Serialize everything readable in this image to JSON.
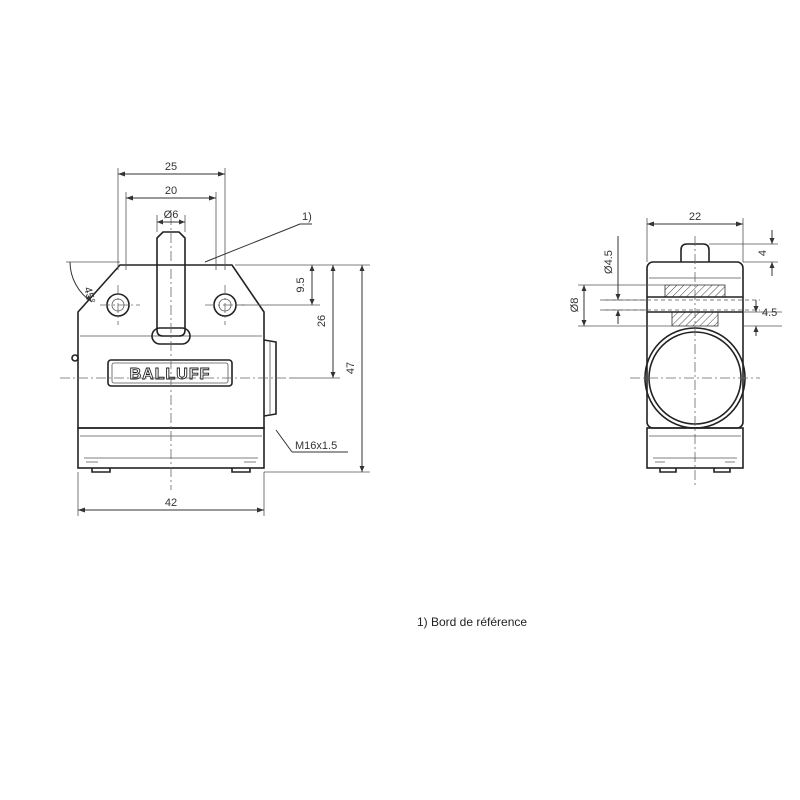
{
  "front_view": {
    "dim_width_overall": "25",
    "dim_width_holes": "20",
    "dim_plunger_diameter": "Ø6",
    "dim_angle": "45°",
    "dim_height_to_edge": "9.5",
    "dim_height_to_axis": "26",
    "dim_height_overall": "47",
    "dim_thread": "M16x1.5",
    "dim_body_width": "42",
    "callout_reference": "1)",
    "logo_text": "BALLUFF"
  },
  "side_view": {
    "dim_width": "22",
    "dim_plunger_height": "4",
    "dim_hole_diameter": "Ø4.5",
    "dim_counterbore_diameter": "Ø8",
    "dim_counterbore_depth": "4.5"
  },
  "footnote": "1) Bord de référence",
  "colors": {
    "line": "#333333",
    "background": "#ffffff"
  }
}
